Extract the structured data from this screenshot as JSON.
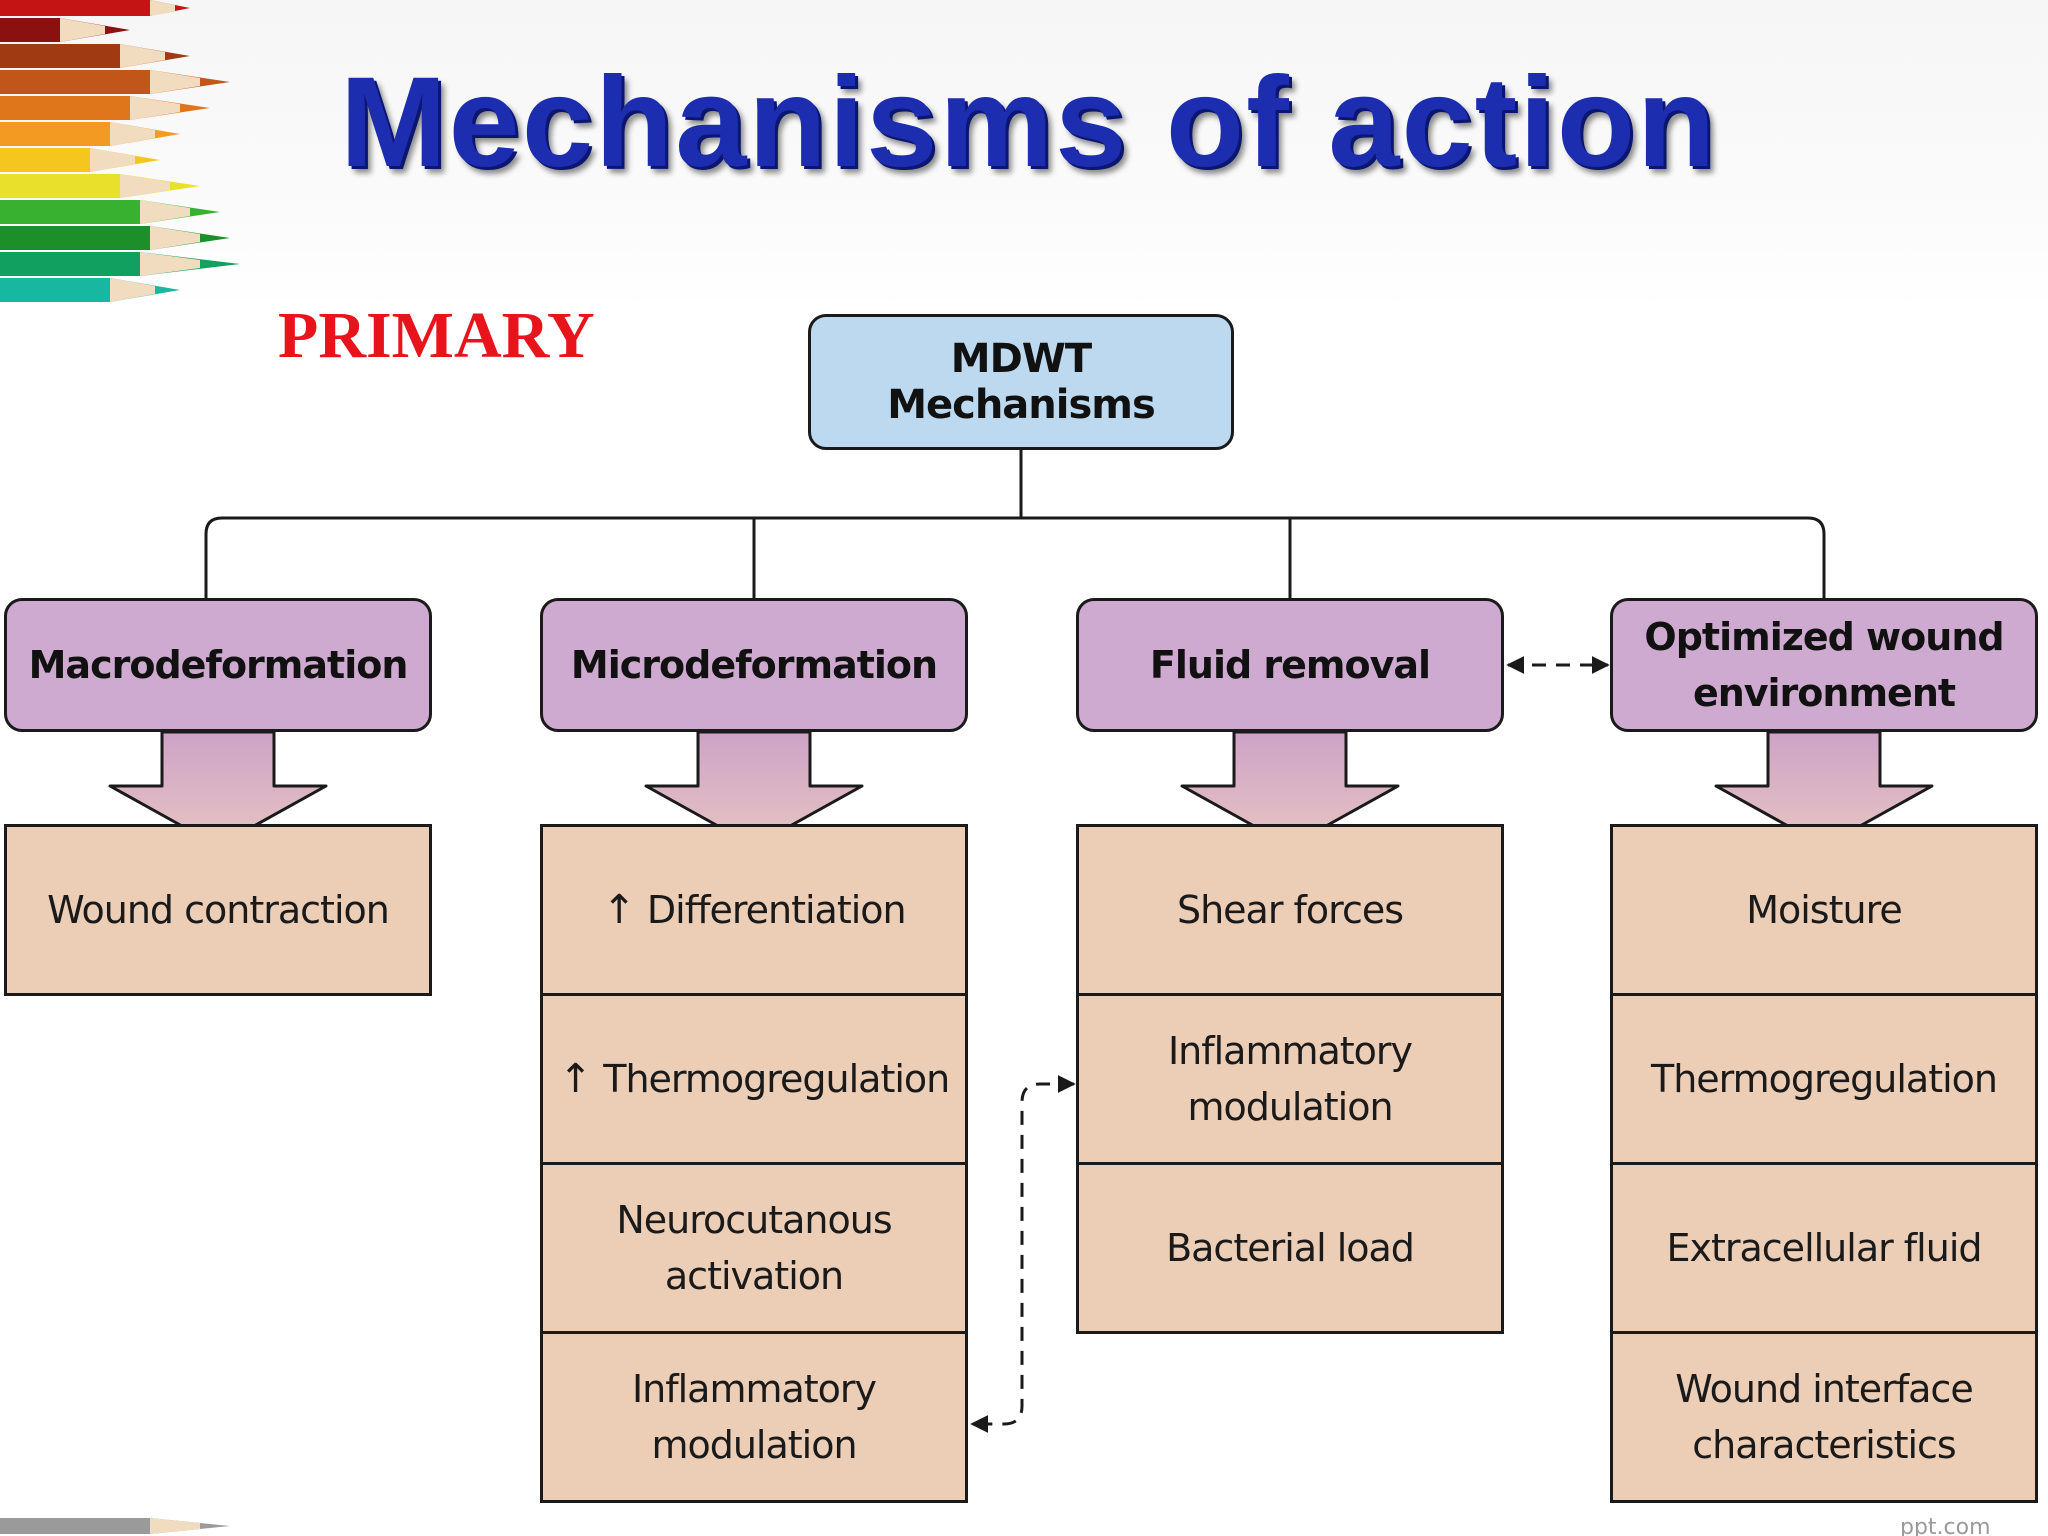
{
  "slide": {
    "title": "Mechanisms of action",
    "subtitle": "PRIMARY"
  },
  "diagram": {
    "root": "MDWT Mechanisms",
    "columns": [
      {
        "heading": "Macrodeformation",
        "items": [
          "Wound contraction"
        ]
      },
      {
        "heading": "Microdeformation",
        "items": [
          "Differentiation",
          "Thermogregulation",
          "Neurocutanous activation",
          "Inflammatory modulation"
        ],
        "up_arrow_items": [
          0,
          1
        ]
      },
      {
        "heading": "Fluid removal",
        "items": [
          "Shear forces",
          "Inflammatory modulation",
          "Bacterial load"
        ]
      },
      {
        "heading": "Optimized wound environment",
        "items": [
          "Moisture",
          "Thermogregulation",
          "Extracellular fluid",
          "Wound interface characteristics"
        ]
      }
    ],
    "links": [
      {
        "from": "Fluid removal",
        "to": "Optimized wound environment",
        "style": "dashed",
        "direction": "both"
      },
      {
        "from": "Microdeformation: Inflammatory modulation",
        "to": "Fluid removal: Inflammatory modulation",
        "style": "dashed",
        "direction": "both"
      }
    ]
  },
  "colors": {
    "title": "#1c2db0",
    "primary": "#e8141b",
    "root_fill": "#bcd9ef",
    "category_fill": "#cfaad0",
    "item_fill": "#eccdb6",
    "arrow_fill": "#d9b0c8"
  }
}
